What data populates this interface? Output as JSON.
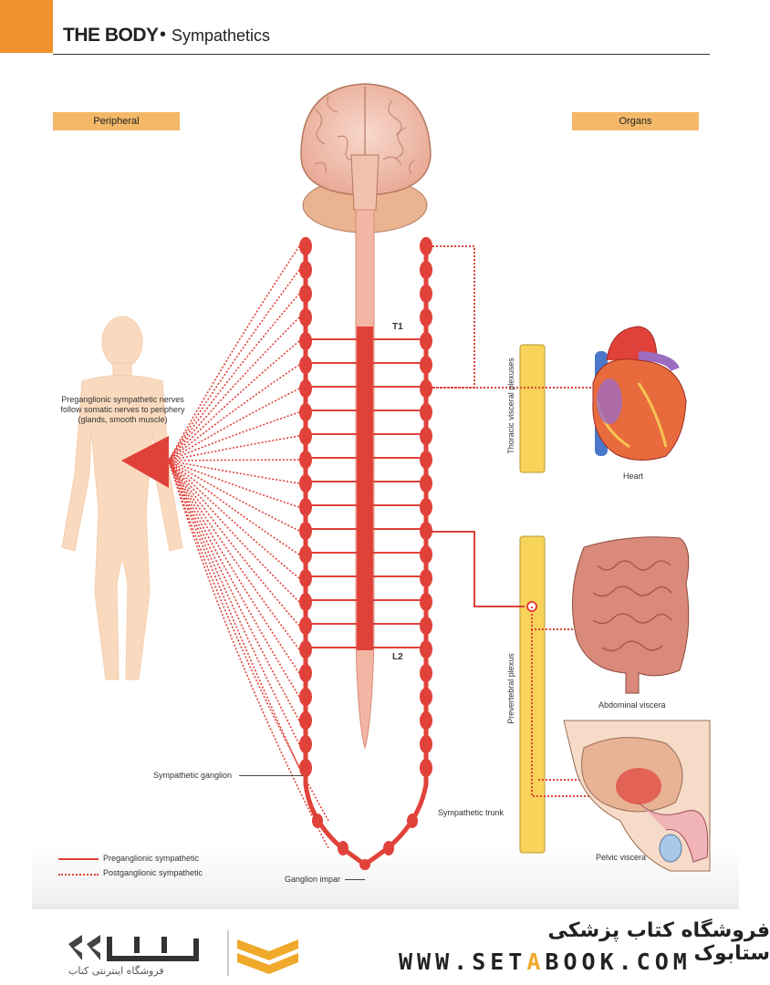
{
  "header": {
    "title": "THE BODY",
    "separator": "•",
    "subtitle": "Sympathetics"
  },
  "sections": {
    "peripheral": "Peripheral",
    "organs": "Organs"
  },
  "labels": {
    "t1": "T1",
    "l2": "L2",
    "preganglionic_note_1": "Preganglionic sympathetic nerves",
    "preganglionic_note_2": "follow somatic nerves to periphery",
    "preganglionic_note_3": "(glands, smooth muscle)",
    "thoracic_plexuses": "Thoracic visceral plexuses",
    "prevertebral_plexus": "Prevertebral plexus",
    "heart": "Heart",
    "abdominal": "Abdominal viscera",
    "pelvic": "Pelvic viscera",
    "sympathetic_ganglion": "Sympathetic ganglion",
    "sympathetic_trunk": "Sympathetic trunk",
    "ganglion_impar": "Ganglion impar"
  },
  "legend": {
    "pre": "Preganglionic sympathetic",
    "post": "Postganglionic sympathetic"
  },
  "colors": {
    "nerve": "#e0423a",
    "accent": "#f0932f",
    "label_bg": "#f3b868",
    "plexus": "#f7d35a"
  },
  "footer": {
    "persian": "فروشگاه کتاب پزشکی ستابوک",
    "url_a": "WWW.SET",
    "url_b": "A",
    "url_c": "BOOK.COM",
    "logo_caption": "فروشگاه اینترنتی کتاب"
  }
}
